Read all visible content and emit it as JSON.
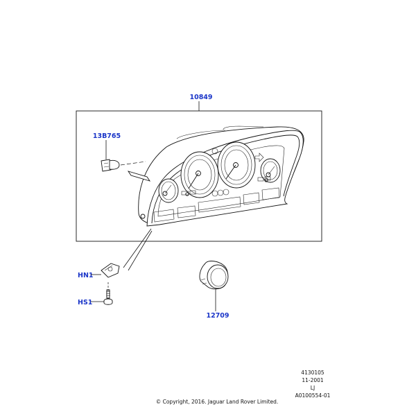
{
  "callouts": {
    "cluster": "10849",
    "bulb": "13B765",
    "nut": "HN1",
    "screw": "HS1",
    "bezel": "12709"
  },
  "footer": {
    "ref_number": "4130105",
    "date": "11-2001",
    "variant": "LJ",
    "illustration_id": "A0100554-01",
    "copyright": "© Copyright, 2016. Jaguar Land Rover Limited."
  },
  "colors": {
    "callout": "#1a35c8",
    "line": "#111111",
    "background": "#ffffff"
  }
}
